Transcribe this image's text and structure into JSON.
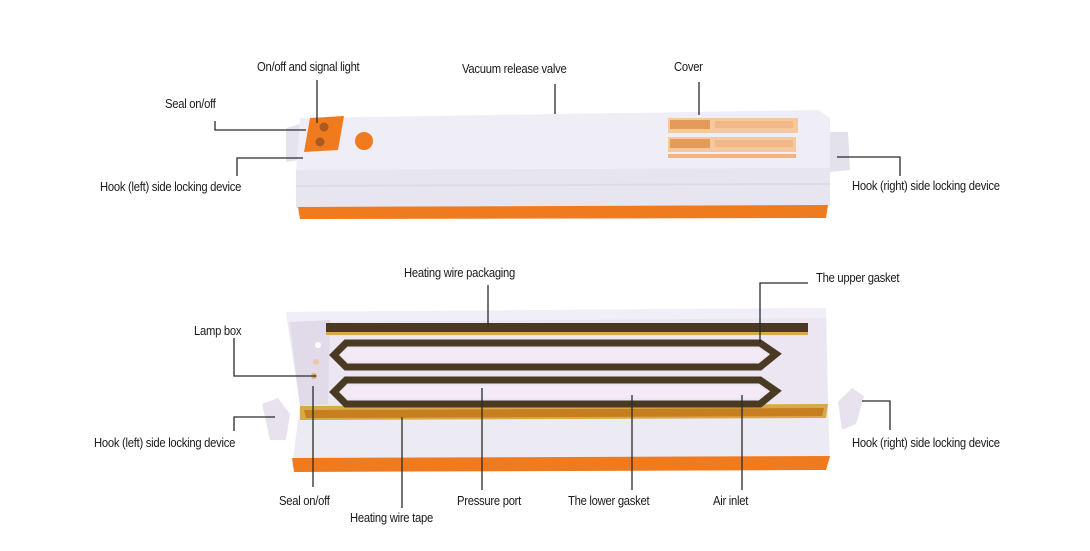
{
  "diagram": {
    "title": "Vacuum sealer parts diagram",
    "colors": {
      "body": "#ecebf4",
      "body_shadow": "#d9d7e6",
      "accent_orange": "#f07a1e",
      "gasket_dark": "#4a3a24",
      "gasket_gold": "#d8a94a",
      "leader_line": "#2a2a2a"
    },
    "top_view": {
      "labels": {
        "on_off_signal_light": "On/off and signal light",
        "seal_on_off": "Seal on/off",
        "vacuum_release_valve": "Vacuum release valve",
        "cover": "Cover",
        "hook_left": "Hook (left) side locking device",
        "hook_right": "Hook (right) side locking device"
      }
    },
    "open_view": {
      "labels": {
        "heating_wire_packaging": "Heating wire packaging",
        "upper_gasket": "The upper gasket",
        "lamp_box": "Lamp box",
        "hook_left": "Hook (left) side locking device",
        "hook_right": "Hook (right) side locking device",
        "seal_on_off": "Seal on/off",
        "heating_wire_tape": "Heating wire tape",
        "pressure_port": "Pressure port",
        "lower_gasket": "The lower gasket",
        "air_inlet": "Air inlet"
      }
    }
  }
}
